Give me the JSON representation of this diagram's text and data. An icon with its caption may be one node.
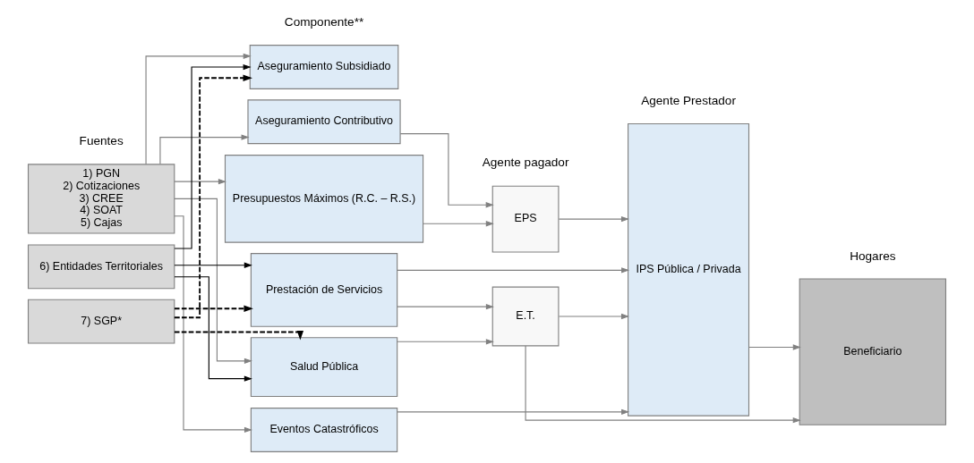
{
  "diagram": {
    "nodes": [
      {
        "text": [
          "1) PGN",
          "2) Cotizaciones",
          "3) CREE",
          "4) SOAT",
          "5) Cajas"
        ]
      },
      {
        "text": [
          "6) Entidades Territoriales"
        ]
      },
      {
        "text": [
          "7) SGP*"
        ]
      },
      {
        "text": [
          "Aseguramiento Subsidiado"
        ]
      },
      {
        "text": [
          "Aseguramiento Contributivo"
        ]
      },
      {
        "text": [
          "Presupuestos Máximos (R.C. – R.S.)"
        ]
      },
      {
        "text": [
          "Prestación de Servicios"
        ]
      },
      {
        "text": [
          "Salud Pública"
        ]
      },
      {
        "text": [
          "Eventos Catastróficos"
        ]
      },
      {
        "text": [
          "EPS"
        ]
      },
      {
        "text": [
          "E.T."
        ]
      },
      {
        "text": [
          "IPS Pública / Privada"
        ]
      },
      {
        "text": [
          "Beneficiario"
        ]
      }
    ],
    "edges": [
      {
        "from": 0,
        "to": 3,
        "arrow": "to"
      },
      {
        "from": 0,
        "to": 4,
        "arrow": "to"
      },
      {
        "from": 0,
        "to": 5,
        "arrow": "to"
      },
      {
        "from": 0,
        "to": 7,
        "arrow": "to"
      },
      {
        "from": 0,
        "to": 8,
        "arrow": "to"
      },
      {
        "from": 1,
        "to": 3,
        "arrow": "to",
        "color": "#000000"
      },
      {
        "from": 1,
        "to": 6,
        "arrow": "to",
        "color": "#000000"
      },
      {
        "from": 1,
        "to": 7,
        "arrow": "to",
        "color": "#000000"
      },
      {
        "from": 2,
        "to": 3,
        "arrow": "to",
        "style": "dashed",
        "color": "#000000"
      },
      {
        "from": 2,
        "to": 6,
        "arrow": "to",
        "style": "dashed",
        "color": "#000000"
      },
      {
        "from": 2,
        "to": 7,
        "arrow": "to",
        "style": "dashed",
        "color": "#000000"
      },
      {
        "from": 4,
        "to": 9,
        "arrow": "to"
      },
      {
        "from": 5,
        "to": 9,
        "arrow": "to"
      },
      {
        "from": 9,
        "to": 11,
        "arrow": "to"
      },
      {
        "from": 6,
        "to": 11,
        "arrow": "to"
      },
      {
        "from": 6,
        "to": 10,
        "arrow": "to"
      },
      {
        "from": 7,
        "to": 10,
        "arrow": "to"
      },
      {
        "from": 10,
        "to": 11,
        "arrow": "to"
      },
      {
        "from": 10,
        "to": 12,
        "arrow": "to"
      },
      {
        "from": 8,
        "to": 11,
        "arrow": "to"
      },
      {
        "from": 11,
        "to": 12,
        "arrow": "to"
      }
    ],
    "labels": [
      "Fuentes",
      "Componente**",
      "Agente pagador",
      "Agente Prestador",
      "Hogares"
    ]
  }
}
